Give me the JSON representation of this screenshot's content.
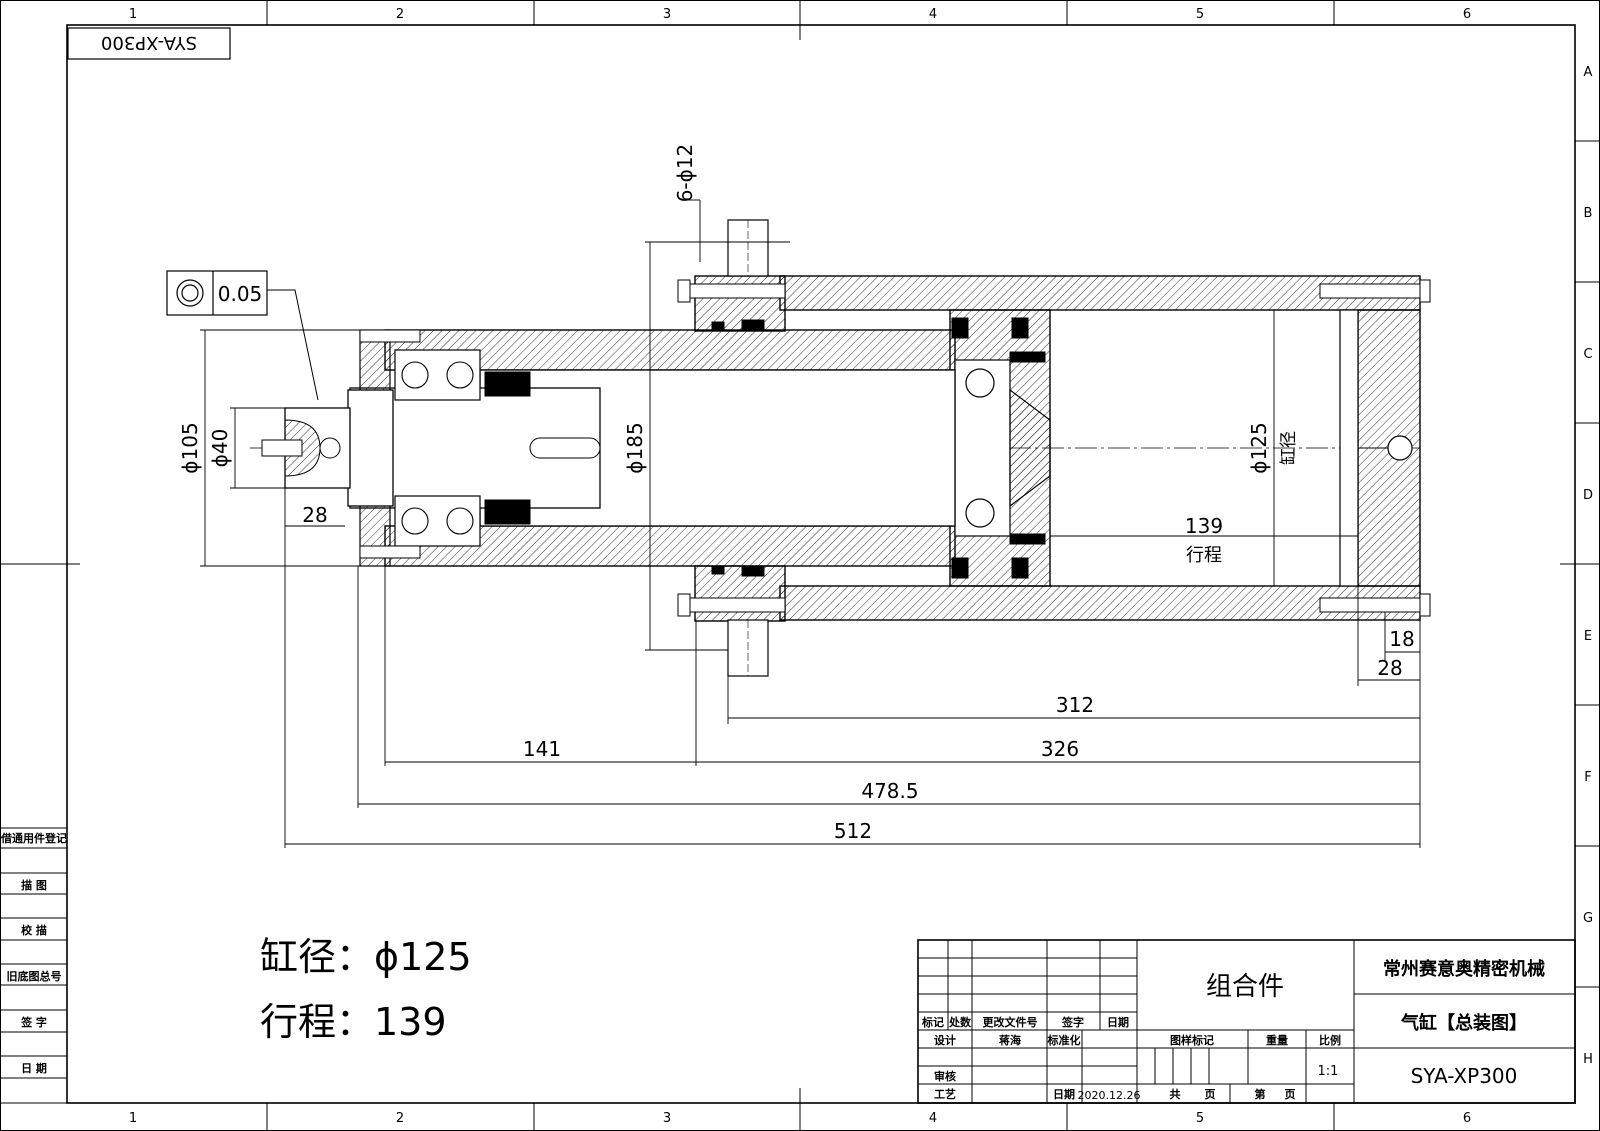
{
  "drawing": {
    "code_mirrored": "SYA-XP300",
    "title_block": {
      "company": "常州赛意奥精密机械",
      "part_name": "气缸【总装图】",
      "drawing_no": "SYA-XP300",
      "assembly_label": "组合件",
      "scale": "1:1",
      "date": "2020.12.26",
      "designer": "蒋海",
      "labels": {
        "biaoji": "标记",
        "chushu": "处数",
        "genggai": "更改文件号",
        "qianzi": "签字",
        "riqi": "日期",
        "sheji": "设计",
        "biaozhunhua": "标准化",
        "shenhe": "审核",
        "gongyi": "工艺",
        "riqi2": "日期",
        "tuyang": "图样标记",
        "zhongliang": "重量",
        "bili": "比例",
        "gong": "共",
        "ye": "页",
        "di": "第",
        "ye2": "页"
      }
    },
    "left_block": [
      "借通用件登记",
      "描 图",
      "校 描",
      "旧底图总号",
      "签 字",
      "日 期"
    ],
    "column_labels": [
      "1",
      "2",
      "3",
      "4",
      "5",
      "6"
    ],
    "row_labels": [
      "A",
      "B",
      "C",
      "D",
      "E",
      "F",
      "G",
      "H"
    ],
    "notes": {
      "bore": "缸径：ϕ125",
      "stroke": "行程：139"
    },
    "tolerance": {
      "value": "0.05"
    },
    "dimensions": {
      "d105": "ϕ105",
      "d40": "ϕ40",
      "d185": "ϕ185",
      "d125": "ϕ125",
      "d125_label": "缸径",
      "holes": "6-ϕ12",
      "stroke_val": "139",
      "stroke_label": "行程",
      "l28_left": "28",
      "l18": "18",
      "l28_right": "28",
      "l312": "312",
      "l141": "141",
      "l326": "326",
      "l478": "478.5",
      "l512": "512"
    }
  }
}
